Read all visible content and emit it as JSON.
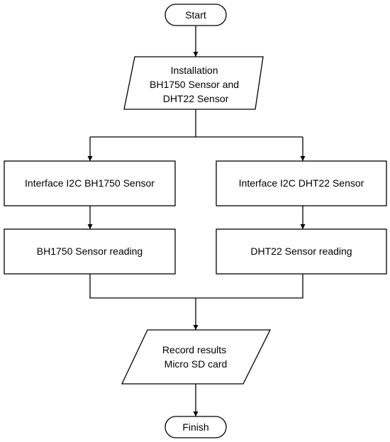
{
  "flowchart": {
    "start": "Start",
    "installation": [
      "Installation",
      "BH1750 Sensor and",
      "DHT22 Sensor"
    ],
    "interface_bh1750": "Interface I2C BH1750 Sensor",
    "interface_dht22": "Interface I2C DHT22 Sensor",
    "reading_bh1750": "BH1750 Sensor reading",
    "reading_dht22": "DHT22 Sensor reading",
    "record": [
      "Record results",
      "Micro SD card"
    ],
    "finish": "Finish"
  }
}
